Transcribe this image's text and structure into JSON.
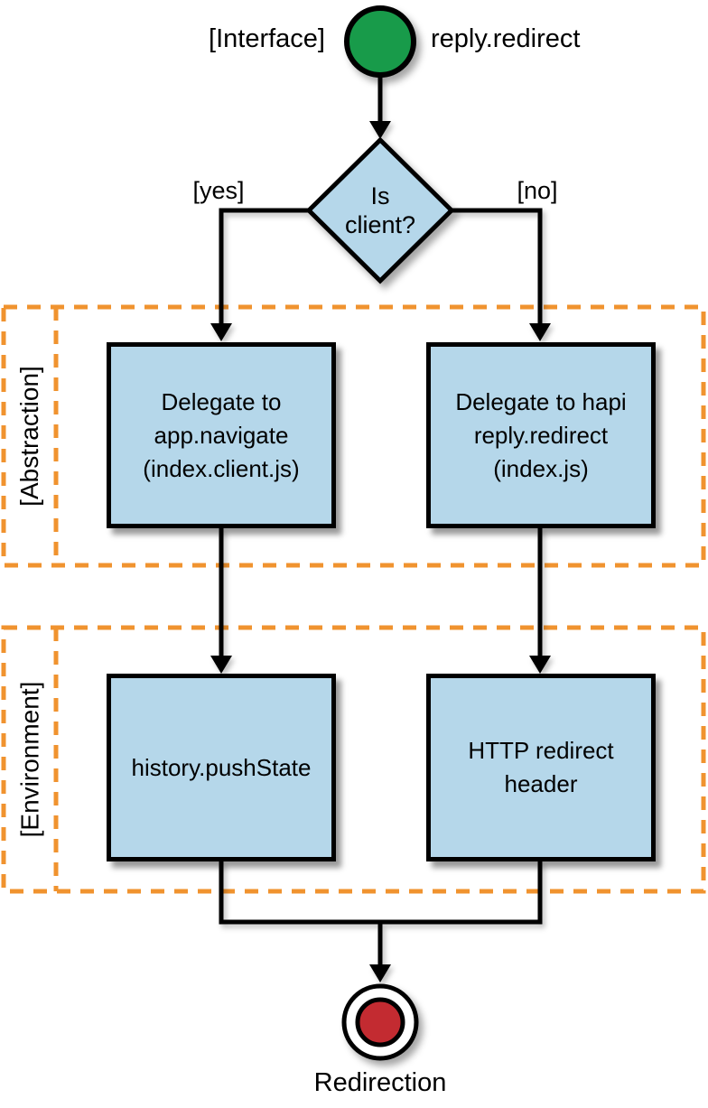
{
  "colors": {
    "start_green": "#189B4A",
    "node_blue": "#B5D7EA",
    "region_orange": "#F0932F",
    "end_red": "#C32B31",
    "line_black": "#000000"
  },
  "flow": {
    "interface_label": "[Interface]",
    "start_label": "reply.redirect",
    "decision_label": "Is\nclient?",
    "yes_label": "[yes]",
    "no_label": "[no]",
    "regions": {
      "abstraction": {
        "label": "[Abstraction]",
        "yes_box": "Delegate to\napp.navigate\n(index.client.js)",
        "no_box": "Delegate to hapi\nreply.redirect\n(index.js)"
      },
      "environment": {
        "label": "[Environment]",
        "yes_box": "history.pushState",
        "no_box": "HTTP redirect\nheader"
      }
    },
    "end_label": "Redirection"
  }
}
